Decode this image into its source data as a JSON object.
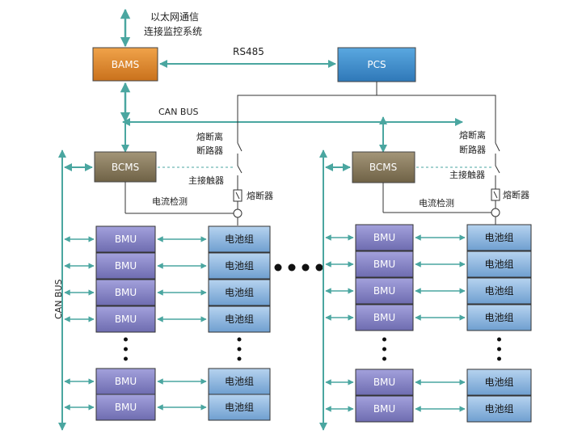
{
  "top_label": {
    "line1": "以太网通信",
    "line2": "连接监控系统"
  },
  "bams": {
    "label": "BAMS"
  },
  "pcs": {
    "label": "PCS"
  },
  "rs485": {
    "label": "RS485"
  },
  "can_bus_top": {
    "label": "CAN  BUS"
  },
  "can_bus_left": {
    "label": "CAN  BUS"
  },
  "left": {
    "bcms": "BCMS",
    "breaker": {
      "line1": "熔断离",
      "line2": "断路器"
    },
    "contactor": "主接触器",
    "fuse": "熔断器",
    "current": "电流检测"
  },
  "right": {
    "bcms": "BCMS",
    "breaker": {
      "line1": "熔断离",
      "line2": "断路器"
    },
    "contactor": "主接触器",
    "fuse": "熔断器",
    "current": "电流检测"
  },
  "bmu_label": "BMU",
  "battery_label": "电池组",
  "colors": {
    "bams": "#e08a2c",
    "pcs": "#3d8fcf",
    "bcms": "#8a7a5c",
    "bmu": "#8a88c8",
    "battery": "#8db8e0",
    "arrow": "#4aa6a0",
    "line": "#333333"
  }
}
